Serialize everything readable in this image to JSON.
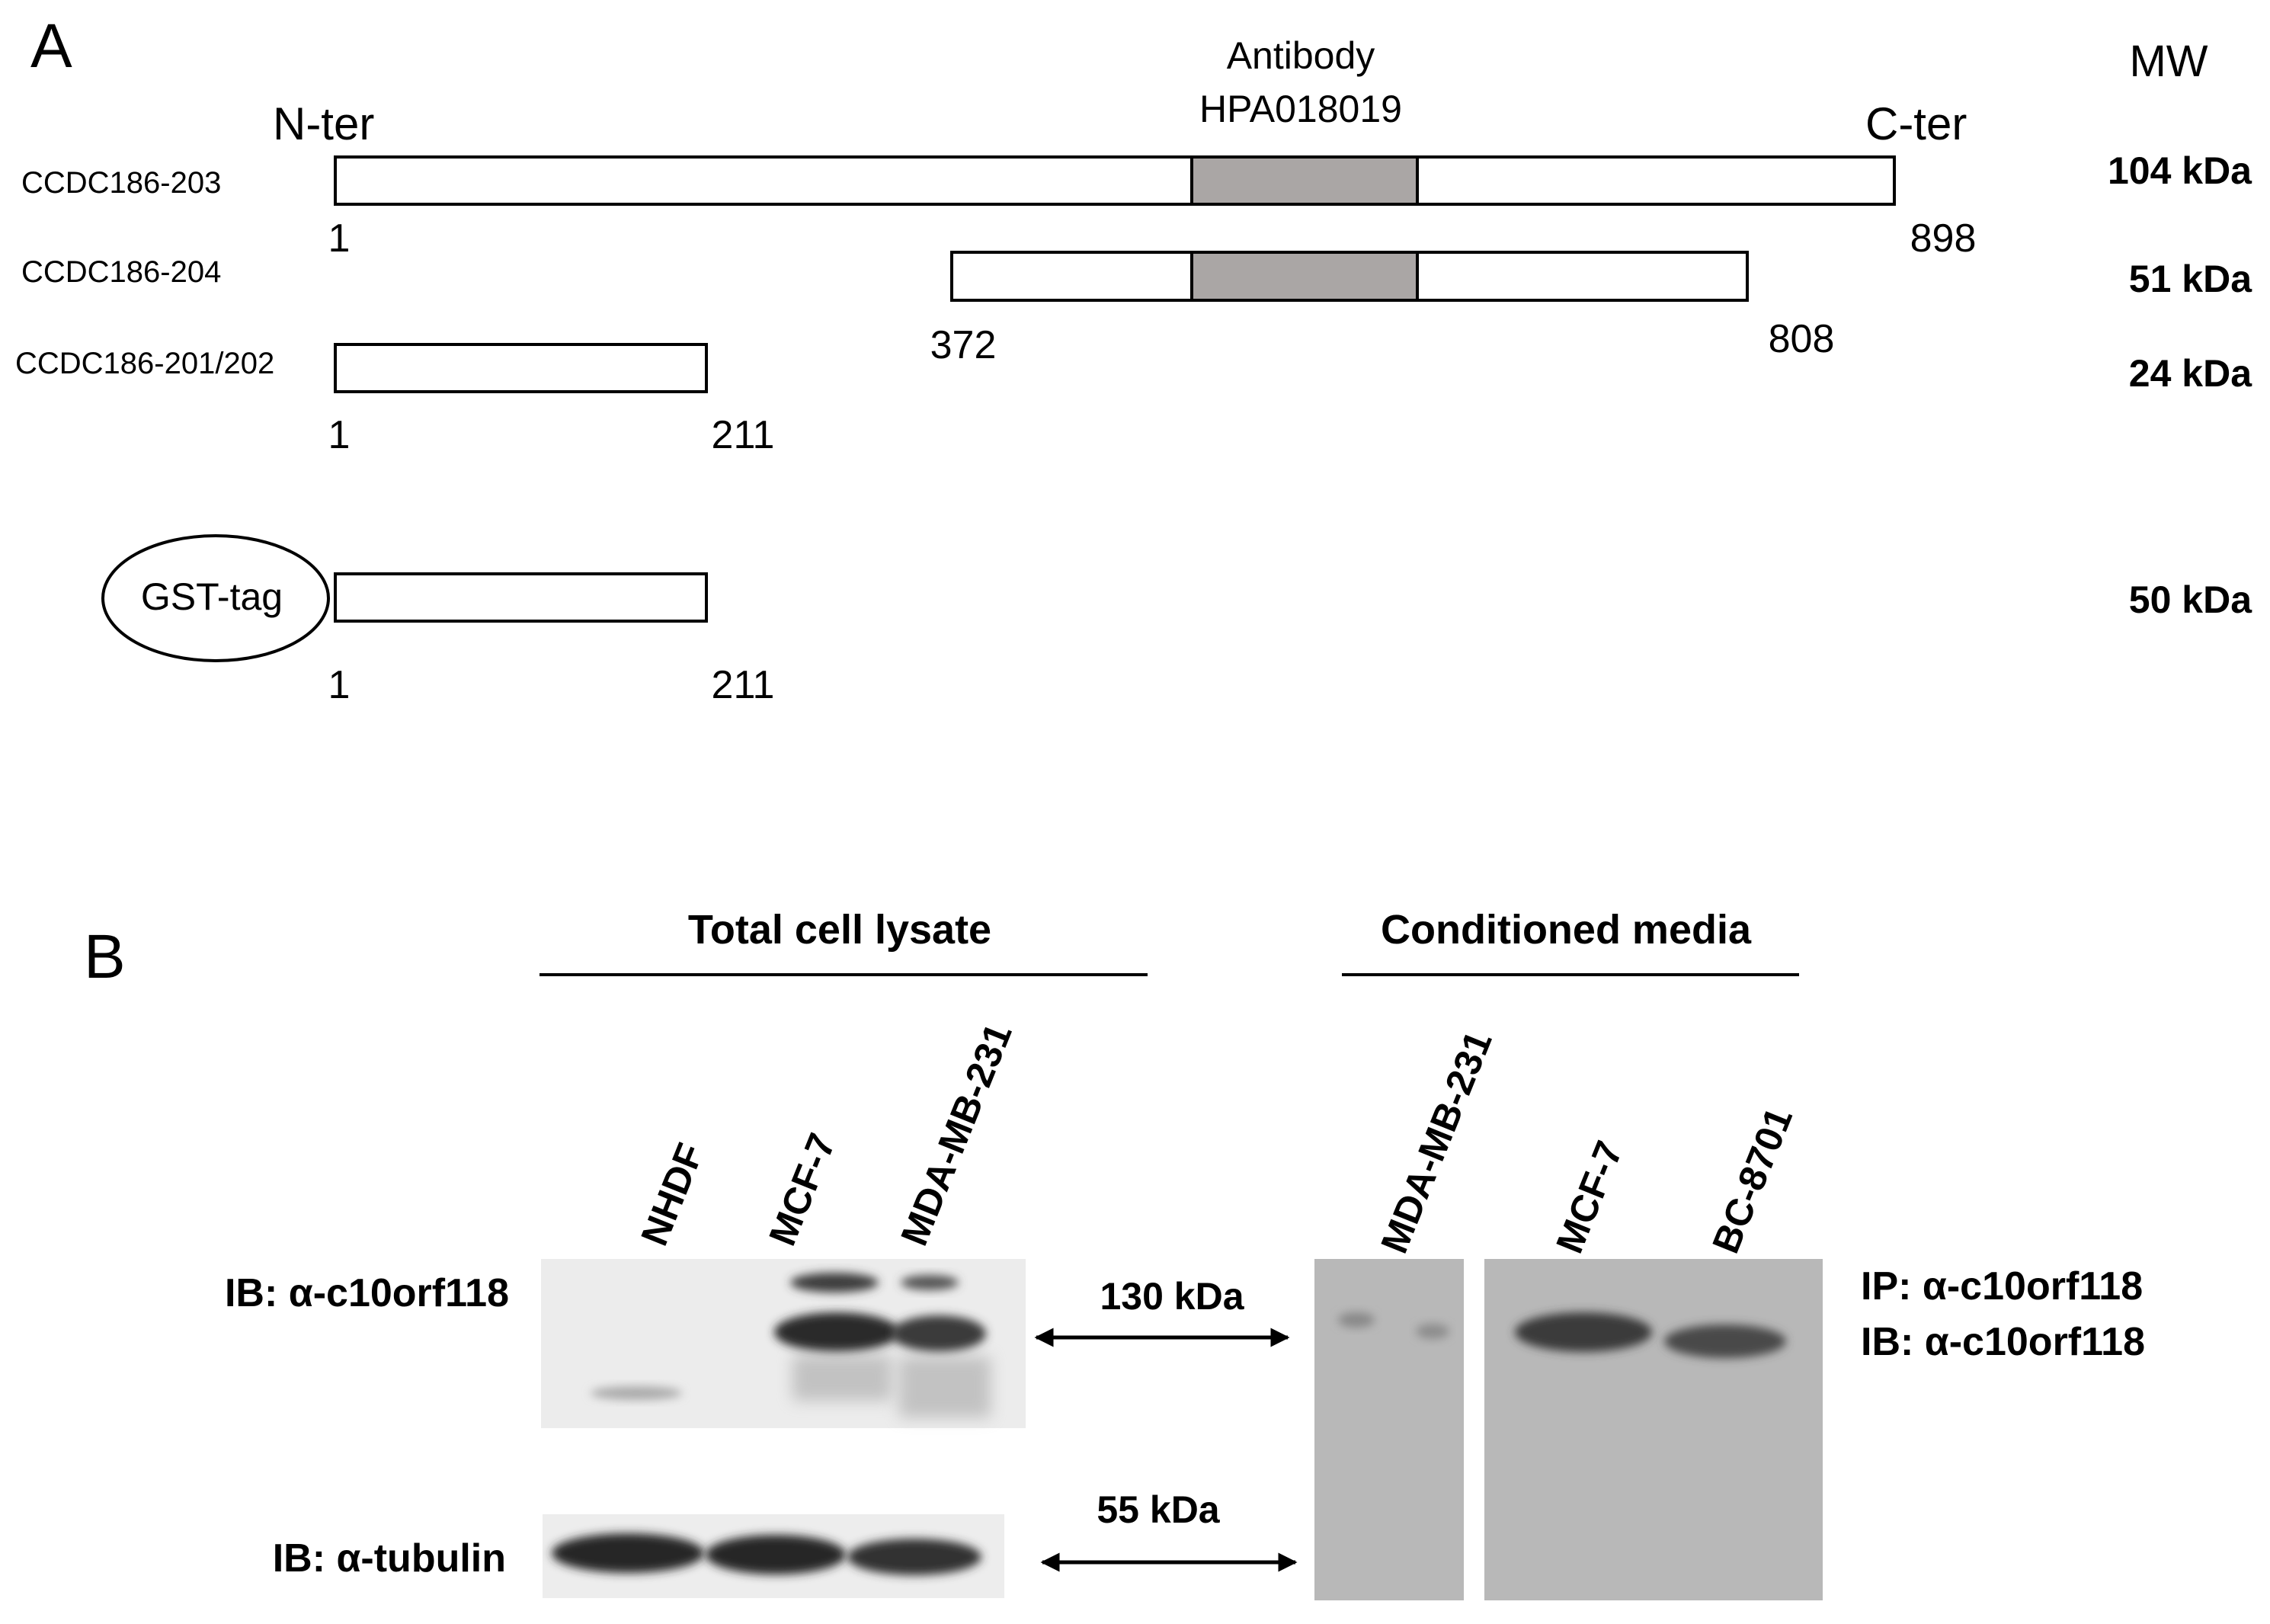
{
  "panel_a": {
    "label": "A",
    "mw_header": "MW",
    "antibody_line1": "Antibody",
    "antibody_line2": "HPA018019",
    "n_ter": "N-ter",
    "c_ter": "C-ter",
    "isoforms": [
      {
        "name": "CCDC186-203",
        "start": "1",
        "end": "898",
        "mw": "104 kDa"
      },
      {
        "name": "CCDC186-204",
        "start": "372",
        "end": "808",
        "mw": "51 kDa"
      },
      {
        "name": "CCDC186-201/202",
        "start": "1",
        "end": "211",
        "mw": "24 kDa"
      }
    ],
    "gst": {
      "tag": "GST-tag",
      "start": "1",
      "end": "211",
      "mw": "50 kDa"
    },
    "colors": {
      "antibody_region": "#aaa6a5",
      "box_fill": "#ffffff",
      "stroke": "#000000"
    }
  },
  "panel_b": {
    "label": "B",
    "group_left": "Total cell lysate",
    "group_right": "Conditioned media",
    "lanes_left": [
      "NHDF",
      "MCF-7",
      "MDA-MB-231"
    ],
    "lanes_right": [
      "MDA-MB-231",
      "MCF-7",
      "BC-8701"
    ],
    "ib_left_top": "IB: α-c10orf118",
    "ib_left_bottom": "IB: α-tubulin",
    "marker_top": "130 kDa",
    "marker_bottom": "55 kDa",
    "ip_right": "IP: α-c10orf118",
    "ib_right": "IB: α-c10orf118",
    "colors": {
      "blot_light": "#ececec",
      "blot_gray": "#b8b8b8",
      "band_dark": "#2a2a2a"
    }
  }
}
